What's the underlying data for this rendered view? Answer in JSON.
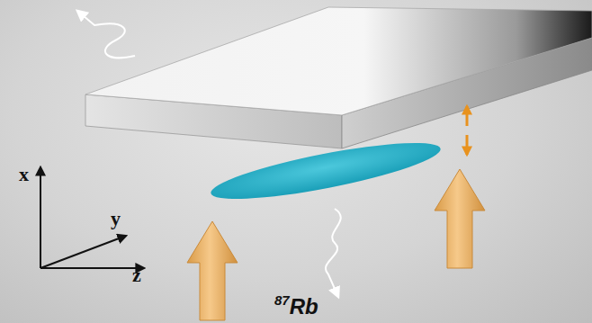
{
  "diagram": {
    "labels": [
      "x",
      "y",
      "z",
      "87Rb"
    ]
  }
}
